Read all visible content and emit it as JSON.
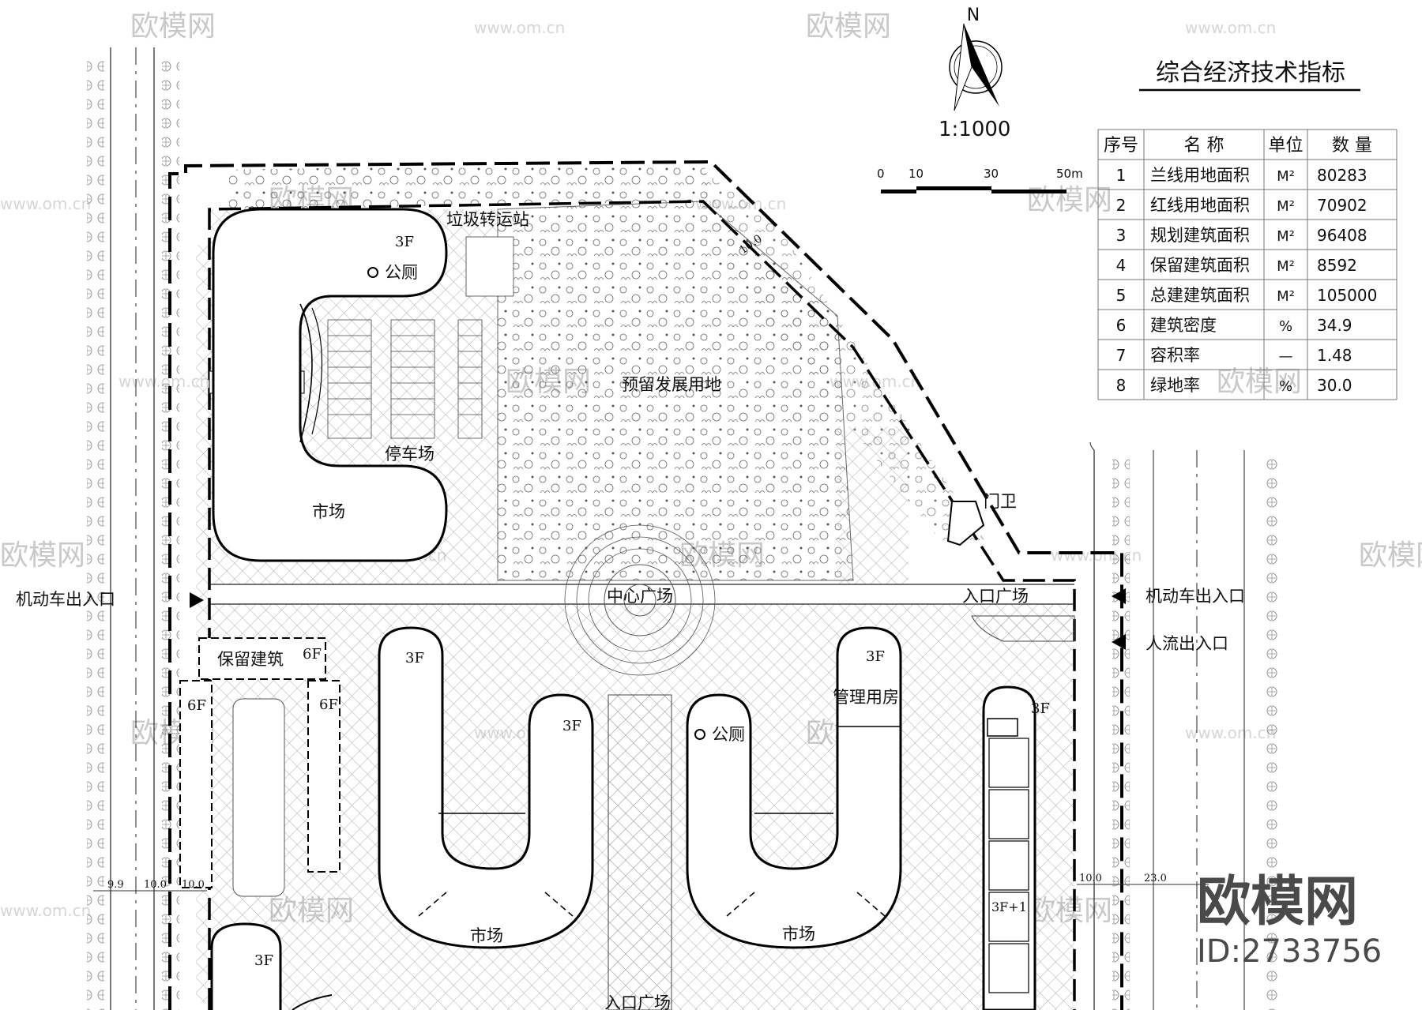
{
  "north": "N",
  "scale_text": "1:1000",
  "scale_bar": [
    "0",
    "10",
    "30",
    "50m"
  ],
  "table": {
    "title": "综合经济技术指标",
    "headers": [
      "序号",
      "名  称",
      "单位",
      "数  量"
    ],
    "rows": [
      {
        "no": "1",
        "name": "兰线用地面积",
        "unit": "M²",
        "value": "80283"
      },
      {
        "no": "2",
        "name": "红线用地面积",
        "unit": "M²",
        "value": "70902"
      },
      {
        "no": "3",
        "name": "规划建筑面积",
        "unit": "M²",
        "value": "96408"
      },
      {
        "no": "4",
        "name": "保留建筑面积",
        "unit": "M²",
        "value": "8592"
      },
      {
        "no": "5",
        "name": "总建建筑面积",
        "unit": "M²",
        "value": "105000"
      },
      {
        "no": "6",
        "name": "建筑密度",
        "unit": "%",
        "value": "34.9"
      },
      {
        "no": "7",
        "name": "容积率",
        "unit": "—",
        "value": "1.48"
      },
      {
        "no": "8",
        "name": "绿地率",
        "unit": "%",
        "value": "30.0"
      }
    ]
  },
  "labels": {
    "garbage": "垃圾转运站",
    "toilet": "公厕",
    "floors_3f": "3F",
    "floors_6f": "6F",
    "floors_3f1": "3F+1",
    "parking": "停车场",
    "market": "市场",
    "reserved_land": "预留发展用地",
    "gate": "门卫",
    "central_plaza": "中心广场",
    "entrance_plaza": "入口广场",
    "vehicle_entry": "机动车出入口",
    "pedestrian_entry": "人流出入口",
    "retained_building": "保留建筑",
    "management": "管理用房",
    "dim_10": "10.0",
    "dim_99": "9.9",
    "dim_23": "23.0"
  },
  "watermark": {
    "brand": "欧模网",
    "url": "www.om.cn",
    "id": "ID:2733756"
  }
}
